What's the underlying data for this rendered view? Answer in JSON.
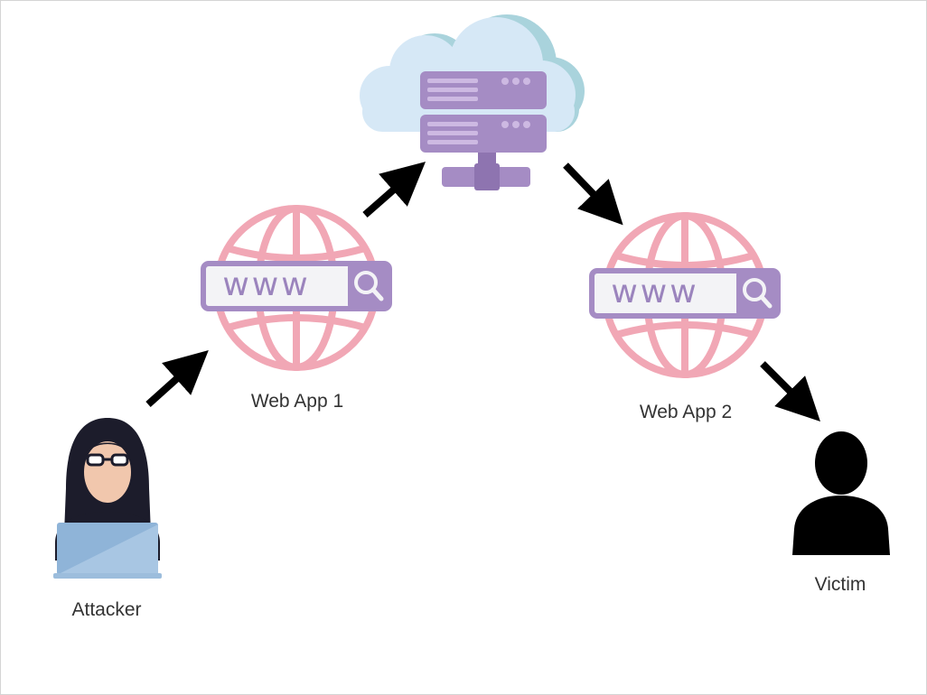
{
  "nodes": {
    "attacker": {
      "label": "Attacker",
      "icon": "hacker-with-laptop-icon"
    },
    "web_app_1": {
      "label": "Web App 1",
      "icon": "www-globe-icon",
      "url_text": "www"
    },
    "server": {
      "label": "",
      "icon": "cloud-server-icon"
    },
    "web_app_2": {
      "label": "Web App 2",
      "icon": "www-globe-icon",
      "url_text": "www"
    },
    "victim": {
      "label": "Victim",
      "icon": "user-silhouette-icon"
    }
  },
  "edges": [
    {
      "from": "attacker",
      "to": "web_app_1"
    },
    {
      "from": "web_app_1",
      "to": "server"
    },
    {
      "from": "server",
      "to": "web_app_2"
    },
    {
      "from": "web_app_2",
      "to": "victim"
    }
  ],
  "colors": {
    "globe": "#f1a7b5",
    "search_bar": "#a58cc4",
    "search_bar_fill": "#f3f3f6",
    "www_text": "#9b84bd",
    "server": "#a58cc4",
    "server_light": "#cdb9e2",
    "cloud": "#d6e8f6",
    "cloud_shadow": "#a9d3dc",
    "arrow": "#000000",
    "hacker_hood": "#1c1c2b",
    "skin": "#f1c7ad",
    "laptop": "#8fb4d8",
    "victim": "#000000"
  }
}
